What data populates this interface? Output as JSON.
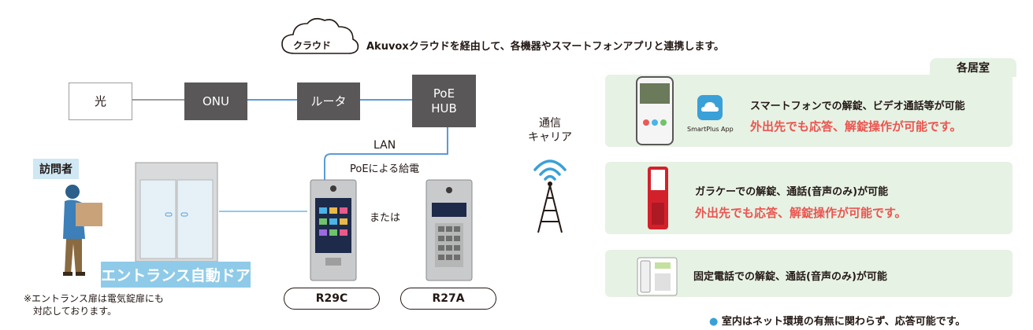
{
  "cloud": {
    "label": "クラウド",
    "description": "Akuvoxクラウドを経由して、各機器やスマートフォンアプリと連携します。"
  },
  "network": {
    "hikari": "光",
    "onu": "ONU",
    "router": "ルータ",
    "poe_hub_line1": "PoE",
    "poe_hub_line2": "HUB",
    "lan": "LAN",
    "poe_power": "PoEによる給電"
  },
  "carrier": {
    "line1": "通信",
    "line2": "キャリア"
  },
  "visitor": {
    "label": "訪問者",
    "door_label": "エントランス自動ドア",
    "note_line1": "※エントランス扉は電気錠扉にも",
    "note_line2": "対応しております。"
  },
  "devices": {
    "or_text": "または",
    "model_a": "R29C",
    "model_b": "R27A"
  },
  "rooms": {
    "tab_label": "各居室",
    "app_label": "SmartPlus App",
    "panel1_line1": "スマートフォンでの解錠、ビデオ通話等が可能",
    "panel1_line2": "外出先でも応答、解錠操作が可能です。",
    "panel2_line1": "ガラケーでの解錠、通話(音声のみ)が可能",
    "panel2_line2": "外出先でも応答、解錠操作が可能です。",
    "panel3_line1": "固定電話での解錠、通話(音声のみ)が可能"
  },
  "footer": {
    "bullet": "●",
    "text": "室内はネット環境の有無に関わらず、応答可能です。"
  },
  "colors": {
    "line_blue": "#5b9bd5",
    "box_dark": "#595757",
    "panel_green": "#e6f2e4",
    "accent_red": "#ea5550",
    "label_blue": "#8fcbe8",
    "bullet_blue": "#3aa0d8"
  }
}
